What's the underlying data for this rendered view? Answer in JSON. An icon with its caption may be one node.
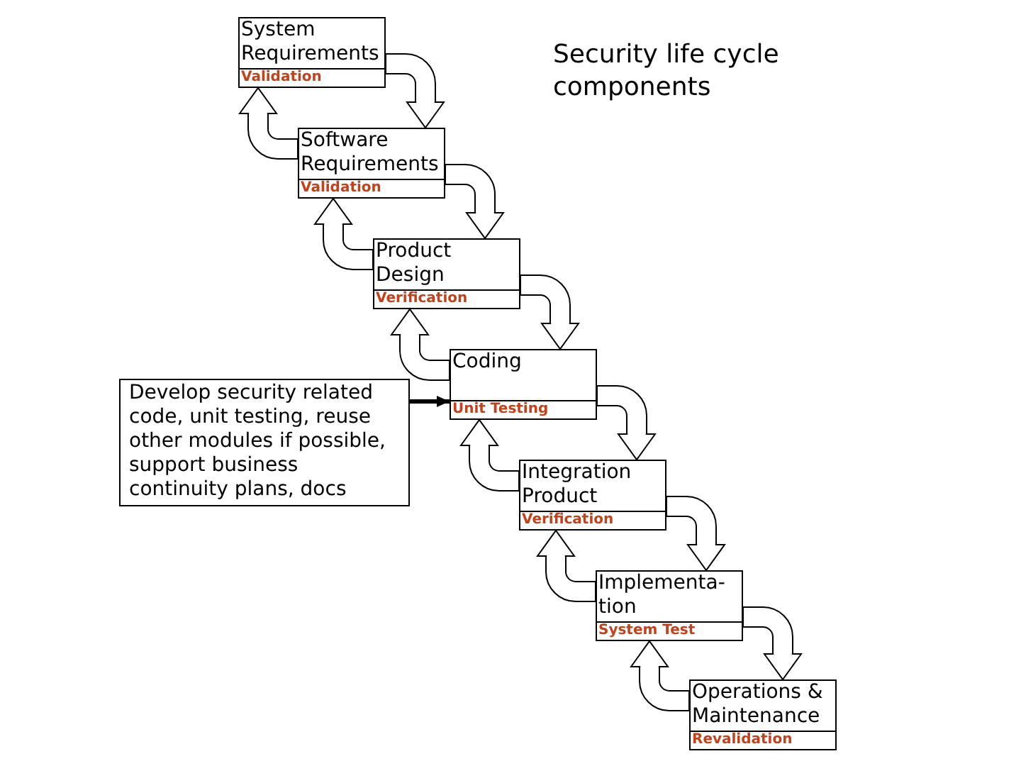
{
  "diagram": {
    "title": "Security life cycle components",
    "nodes": [
      {
        "text": [
          "System Requirements",
          "Validation"
        ]
      },
      {
        "text": [
          "Software Requirements",
          "Validation"
        ]
      },
      {
        "text": [
          "Product Design",
          "Verification"
        ]
      },
      {
        "text": [
          "Coding",
          "Unit Testing"
        ]
      },
      {
        "text": [
          "Integration Product",
          "Verification"
        ]
      },
      {
        "text": [
          "Implementa- tion",
          "System Test"
        ]
      },
      {
        "text": [
          "Operations & Maintenance",
          "Revalidation"
        ]
      },
      {
        "text": [
          "Develop security related code, unit testing, reuse other modules if possible, support business continuity plans, docs"
        ]
      }
    ],
    "edges": [
      {
        "from": 0,
        "to": 1,
        "arrow": "to"
      },
      {
        "from": 1,
        "to": 0,
        "arrow": "to"
      },
      {
        "from": 1,
        "to": 2,
        "arrow": "to"
      },
      {
        "from": 2,
        "to": 1,
        "arrow": "to"
      },
      {
        "from": 2,
        "to": 3,
        "arrow": "to"
      },
      {
        "from": 3,
        "to": 2,
        "arrow": "to"
      },
      {
        "from": 3,
        "to": 4,
        "arrow": "to"
      },
      {
        "from": 4,
        "to": 3,
        "arrow": "to"
      },
      {
        "from": 4,
        "to": 5,
        "arrow": "to"
      },
      {
        "from": 5,
        "to": 4,
        "arrow": "to"
      },
      {
        "from": 5,
        "to": 6,
        "arrow": "to"
      },
      {
        "from": 6,
        "to": 5,
        "arrow": "to"
      },
      {
        "from": 7,
        "to": 3,
        "arrow": "to",
        "style": "thick"
      }
    ]
  }
}
